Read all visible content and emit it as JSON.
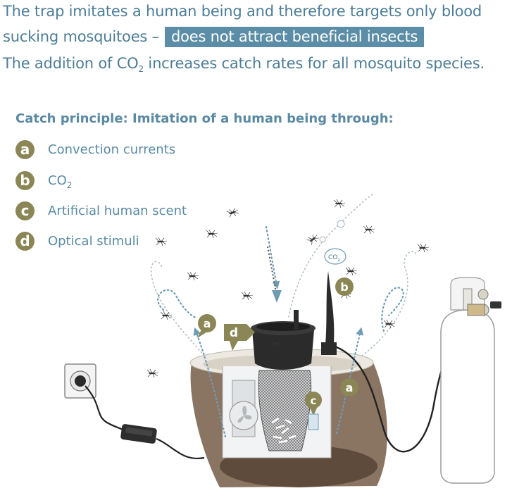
{
  "headline": {
    "line1": "The trap imitates a human being and therefore targets only blood",
    "line2_prefix": "sucking mosquitoes –",
    "line2_highlight": "does not attract beneficial insects",
    "line3_prefix": "The addition of CO",
    "line3_sub": "2",
    "line3_suffix": " increases catch rates for all mosquito species."
  },
  "principle": {
    "title": "Catch principle: Imitation of a human being through:",
    "items": [
      {
        "letter": "a",
        "label": "Convection currents"
      },
      {
        "letter": "b",
        "label": "CO",
        "sub": "2"
      },
      {
        "letter": "c",
        "label": "Artificial human scent"
      },
      {
        "letter": "d",
        "label": "Optical stimuli"
      }
    ]
  },
  "diagram": {
    "co2_bubble": "CO",
    "co2_bubble_sub": "2",
    "callouts": [
      "a",
      "d",
      "b",
      "c",
      "a"
    ]
  },
  "colors": {
    "text": "#4d7d97",
    "highlight_bg": "#5b8ea6",
    "badge": "#8b8655",
    "soil": "#8a7462",
    "trap_body": "#2b2b2b",
    "arrow": "#6f9cb4"
  },
  "icons": [
    "power-socket-icon",
    "power-adapter-icon",
    "co2-cylinder-icon",
    "mosquito-icon",
    "fan-icon"
  ]
}
